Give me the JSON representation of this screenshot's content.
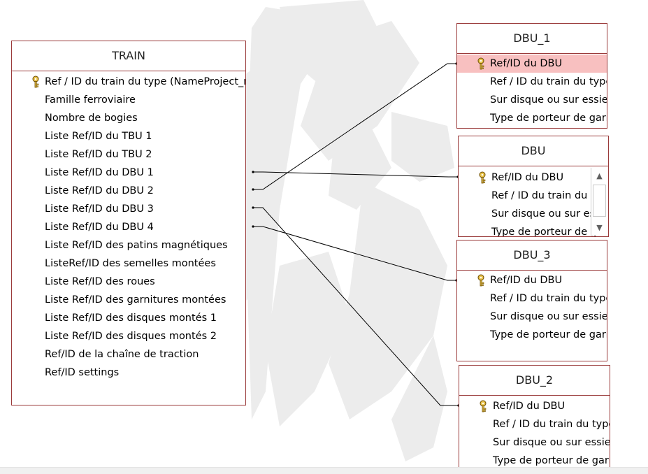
{
  "tables": {
    "train": {
      "title": "TRAIN",
      "fields": [
        "Ref / ID du train  du type (NameProject_nb",
        "Famille ferroviaire",
        "Nombre de bogies",
        "Liste Ref/ID du TBU 1",
        "Liste Ref/ID du TBU 2",
        "Liste Ref/ID du DBU 1",
        "Liste Ref/ID du DBU 2",
        "Liste Ref/ID du DBU 3",
        "Liste Ref/ID du DBU 4",
        "Liste Ref/ID des patins magnétiques",
        "ListeRef/ID des semelles montées",
        "Liste Ref/ID des roues",
        "Liste Ref/ID des garnitures montées",
        "Liste Ref/ID des disques montés 1",
        "Liste Ref/ID des disques montés 2",
        "Ref/ID de la chaîne de traction",
        "Ref/ID settings"
      ]
    },
    "dbu_1": {
      "title": "DBU_1",
      "fields": [
        "Ref/ID du DBU",
        "Ref / ID du train  du type",
        "Sur disque ou sur essieu",
        "Type de porteur de garn"
      ]
    },
    "dbu": {
      "title": "DBU",
      "fields": [
        "Ref/ID du DBU",
        "Ref / ID du train  du t",
        "Sur disque ou sur es",
        "Type de porteur de g"
      ]
    },
    "dbu_3": {
      "title": "DBU_3",
      "fields": [
        "Ref/ID du DBU",
        "Ref / ID du train  du type",
        "Sur disque ou sur essieu",
        "Type de porteur de garn"
      ]
    },
    "dbu_2": {
      "title": "DBU_2",
      "fields": [
        "Ref/ID du DBU",
        "Ref / ID du train  du type",
        "Sur disque ou sur essieu",
        "Type de porteur de garn"
      ]
    }
  },
  "colors": {
    "table_border": "#9a3a3a",
    "selected_row": "#f8c0c0",
    "relationship_line": "#000000",
    "watermark": "#e8e8e8"
  },
  "icons": {
    "primary_key": "key-icon",
    "scroll_up": "scroll-up-arrow-icon",
    "scroll_down": "scroll-down-arrow-icon"
  },
  "selection": {
    "table": "dbu_1",
    "field_index": 0
  }
}
